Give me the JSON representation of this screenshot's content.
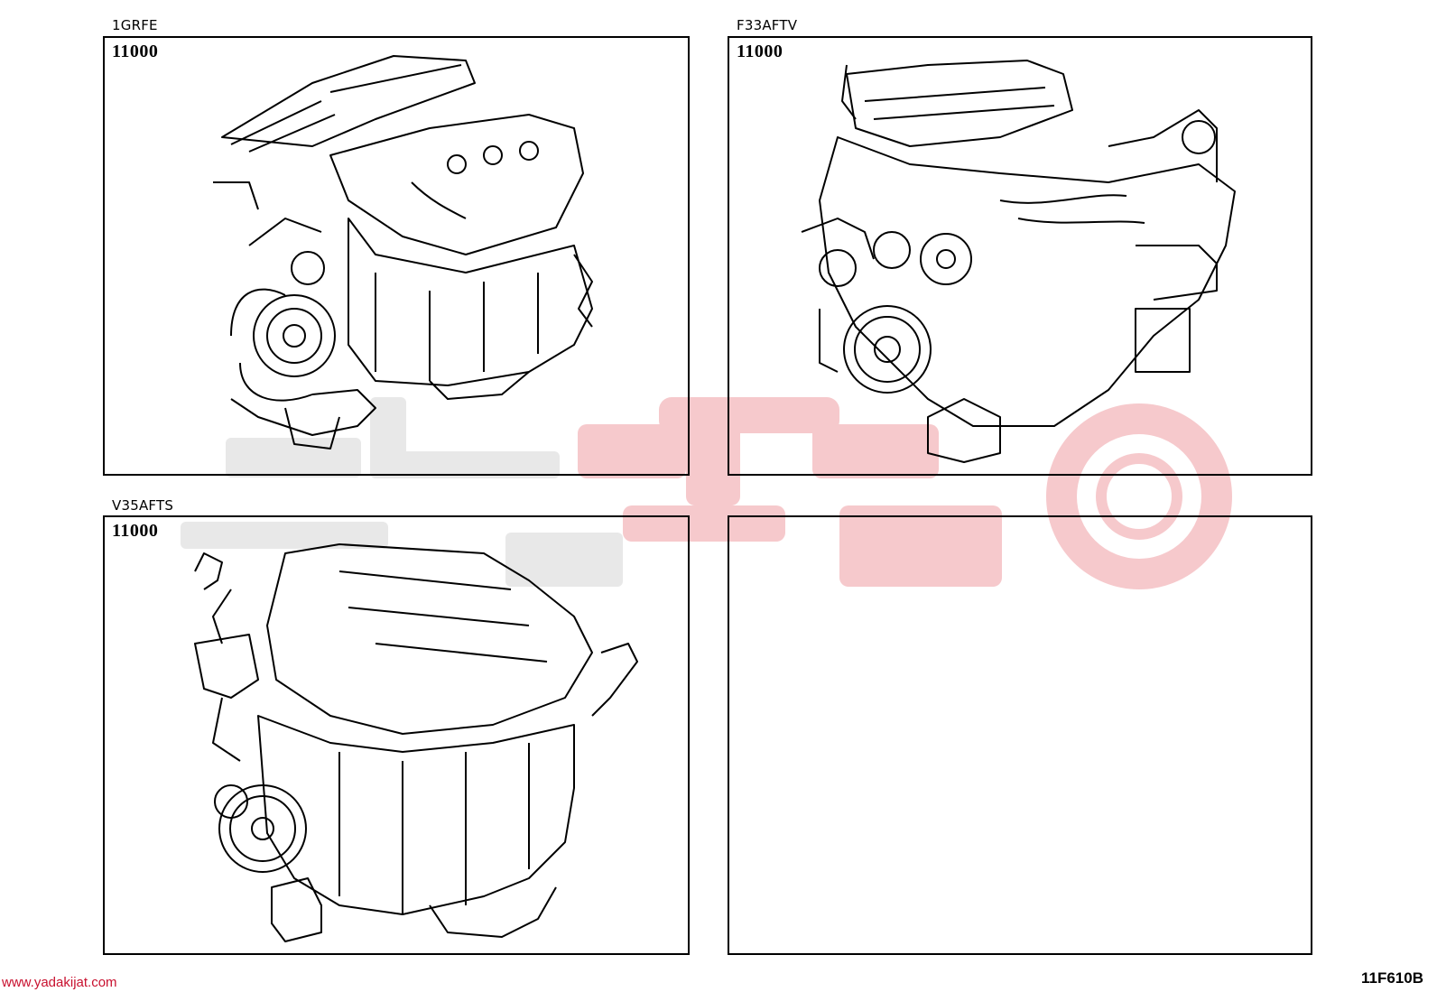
{
  "panels": [
    {
      "engine_code": "1GRFE",
      "part_number": "11000"
    },
    {
      "engine_code": "F33AFTV",
      "part_number": "11000"
    },
    {
      "engine_code": "V35AFTS",
      "part_number": "11000"
    },
    {
      "engine_code": "",
      "part_number": ""
    }
  ],
  "footer": {
    "website": "www.yadakijat.com",
    "drawing_id": "11F610B"
  },
  "watermark": {
    "brand_color_red": "#e8545c",
    "brand_color_gray": "#c8c8c8"
  },
  "icons": [
    "engine-drawing-1grfe",
    "engine-drawing-f33aftv",
    "engine-drawing-v35afts",
    "watermark-logo"
  ]
}
